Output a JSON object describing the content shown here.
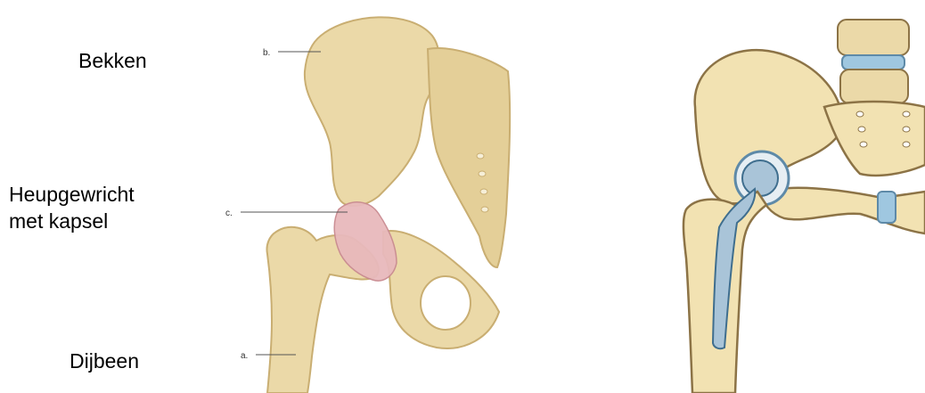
{
  "labels": {
    "pelvis": "Bekken",
    "hip_line1": "Heupgewricht",
    "hip_line2": "met kapsel",
    "femur": "Dijbeen"
  },
  "markers": {
    "a": "a.",
    "b": "b.",
    "c": "c."
  },
  "colors": {
    "bone": "#EBD9A8",
    "bone_shadow": "#C9AE72",
    "capsule": "#E8B9BC",
    "implant": "#A9C4D8",
    "implant_dark": "#5E8AA8",
    "disc": "#9FC7E0"
  }
}
